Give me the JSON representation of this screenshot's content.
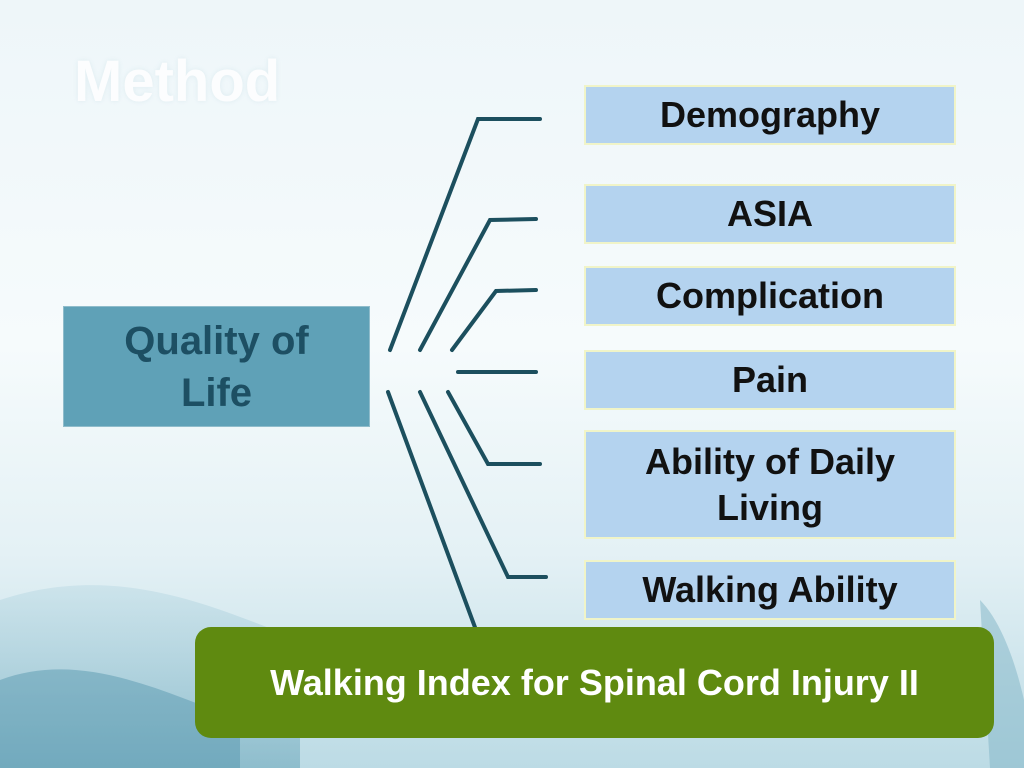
{
  "slide": {
    "title": "Method"
  },
  "center": {
    "label": "Quality of Life"
  },
  "categories": [
    {
      "label": "Demography"
    },
    {
      "label": "ASIA"
    },
    {
      "label": "Complication"
    },
    {
      "label": "Pain"
    },
    {
      "label": "Ability of Daily Living"
    },
    {
      "label": "Walking Ability"
    }
  ],
  "footer": {
    "label": "Walking Index for Spinal Cord Injury II"
  },
  "colors": {
    "center_box": "#5fa1b7",
    "center_text": "#1d4f63",
    "category_box": "#b4d3ef",
    "footer_box": "#5f8a10",
    "connector": "#1c4f5e"
  }
}
